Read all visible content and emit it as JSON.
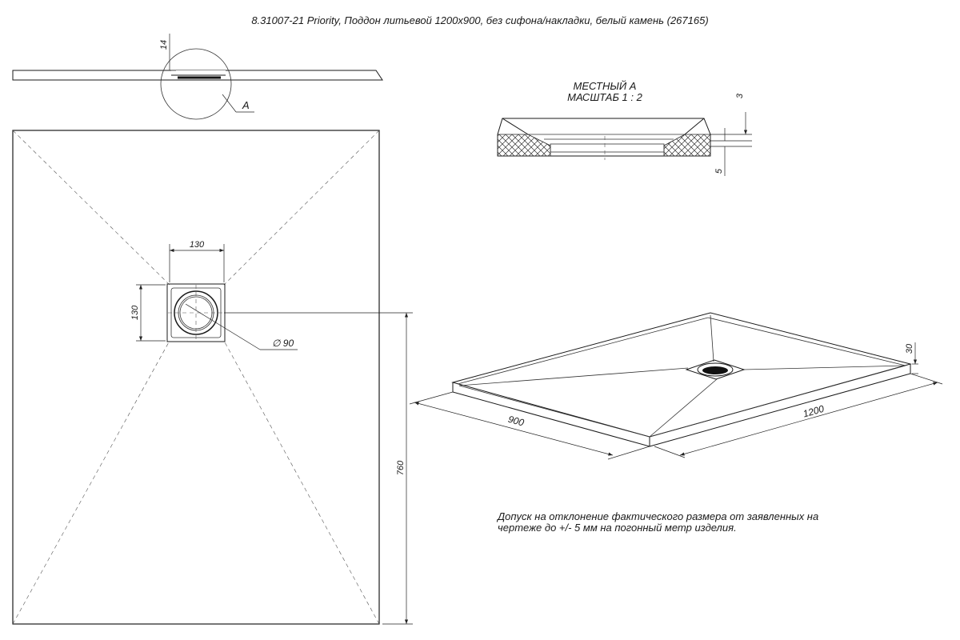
{
  "title": "8.31007-21 Priority, Поддон литьевой 1200х900, без сифона/накладки, белый камень (267165)",
  "section": {
    "dim_height": "14",
    "callout_label": "A"
  },
  "detail": {
    "title_line1": "МЕСТНЫЙ А",
    "title_line2": "МАСШТАБ 1 : 2",
    "dim_top": "3",
    "dim_bottom": "5"
  },
  "plan": {
    "dim_drain_width": "130",
    "dim_drain_height": "130",
    "dim_diameter": "∅ 90",
    "dim_drain_offset": "760"
  },
  "iso": {
    "dim_width": "900",
    "dim_length": "1200",
    "dim_height": "30"
  },
  "note": {
    "line1": "Допуск на отклонение фактического размера от заявленных на",
    "line2": "чертеже до +/- 5 мм на погонный метр изделия."
  }
}
